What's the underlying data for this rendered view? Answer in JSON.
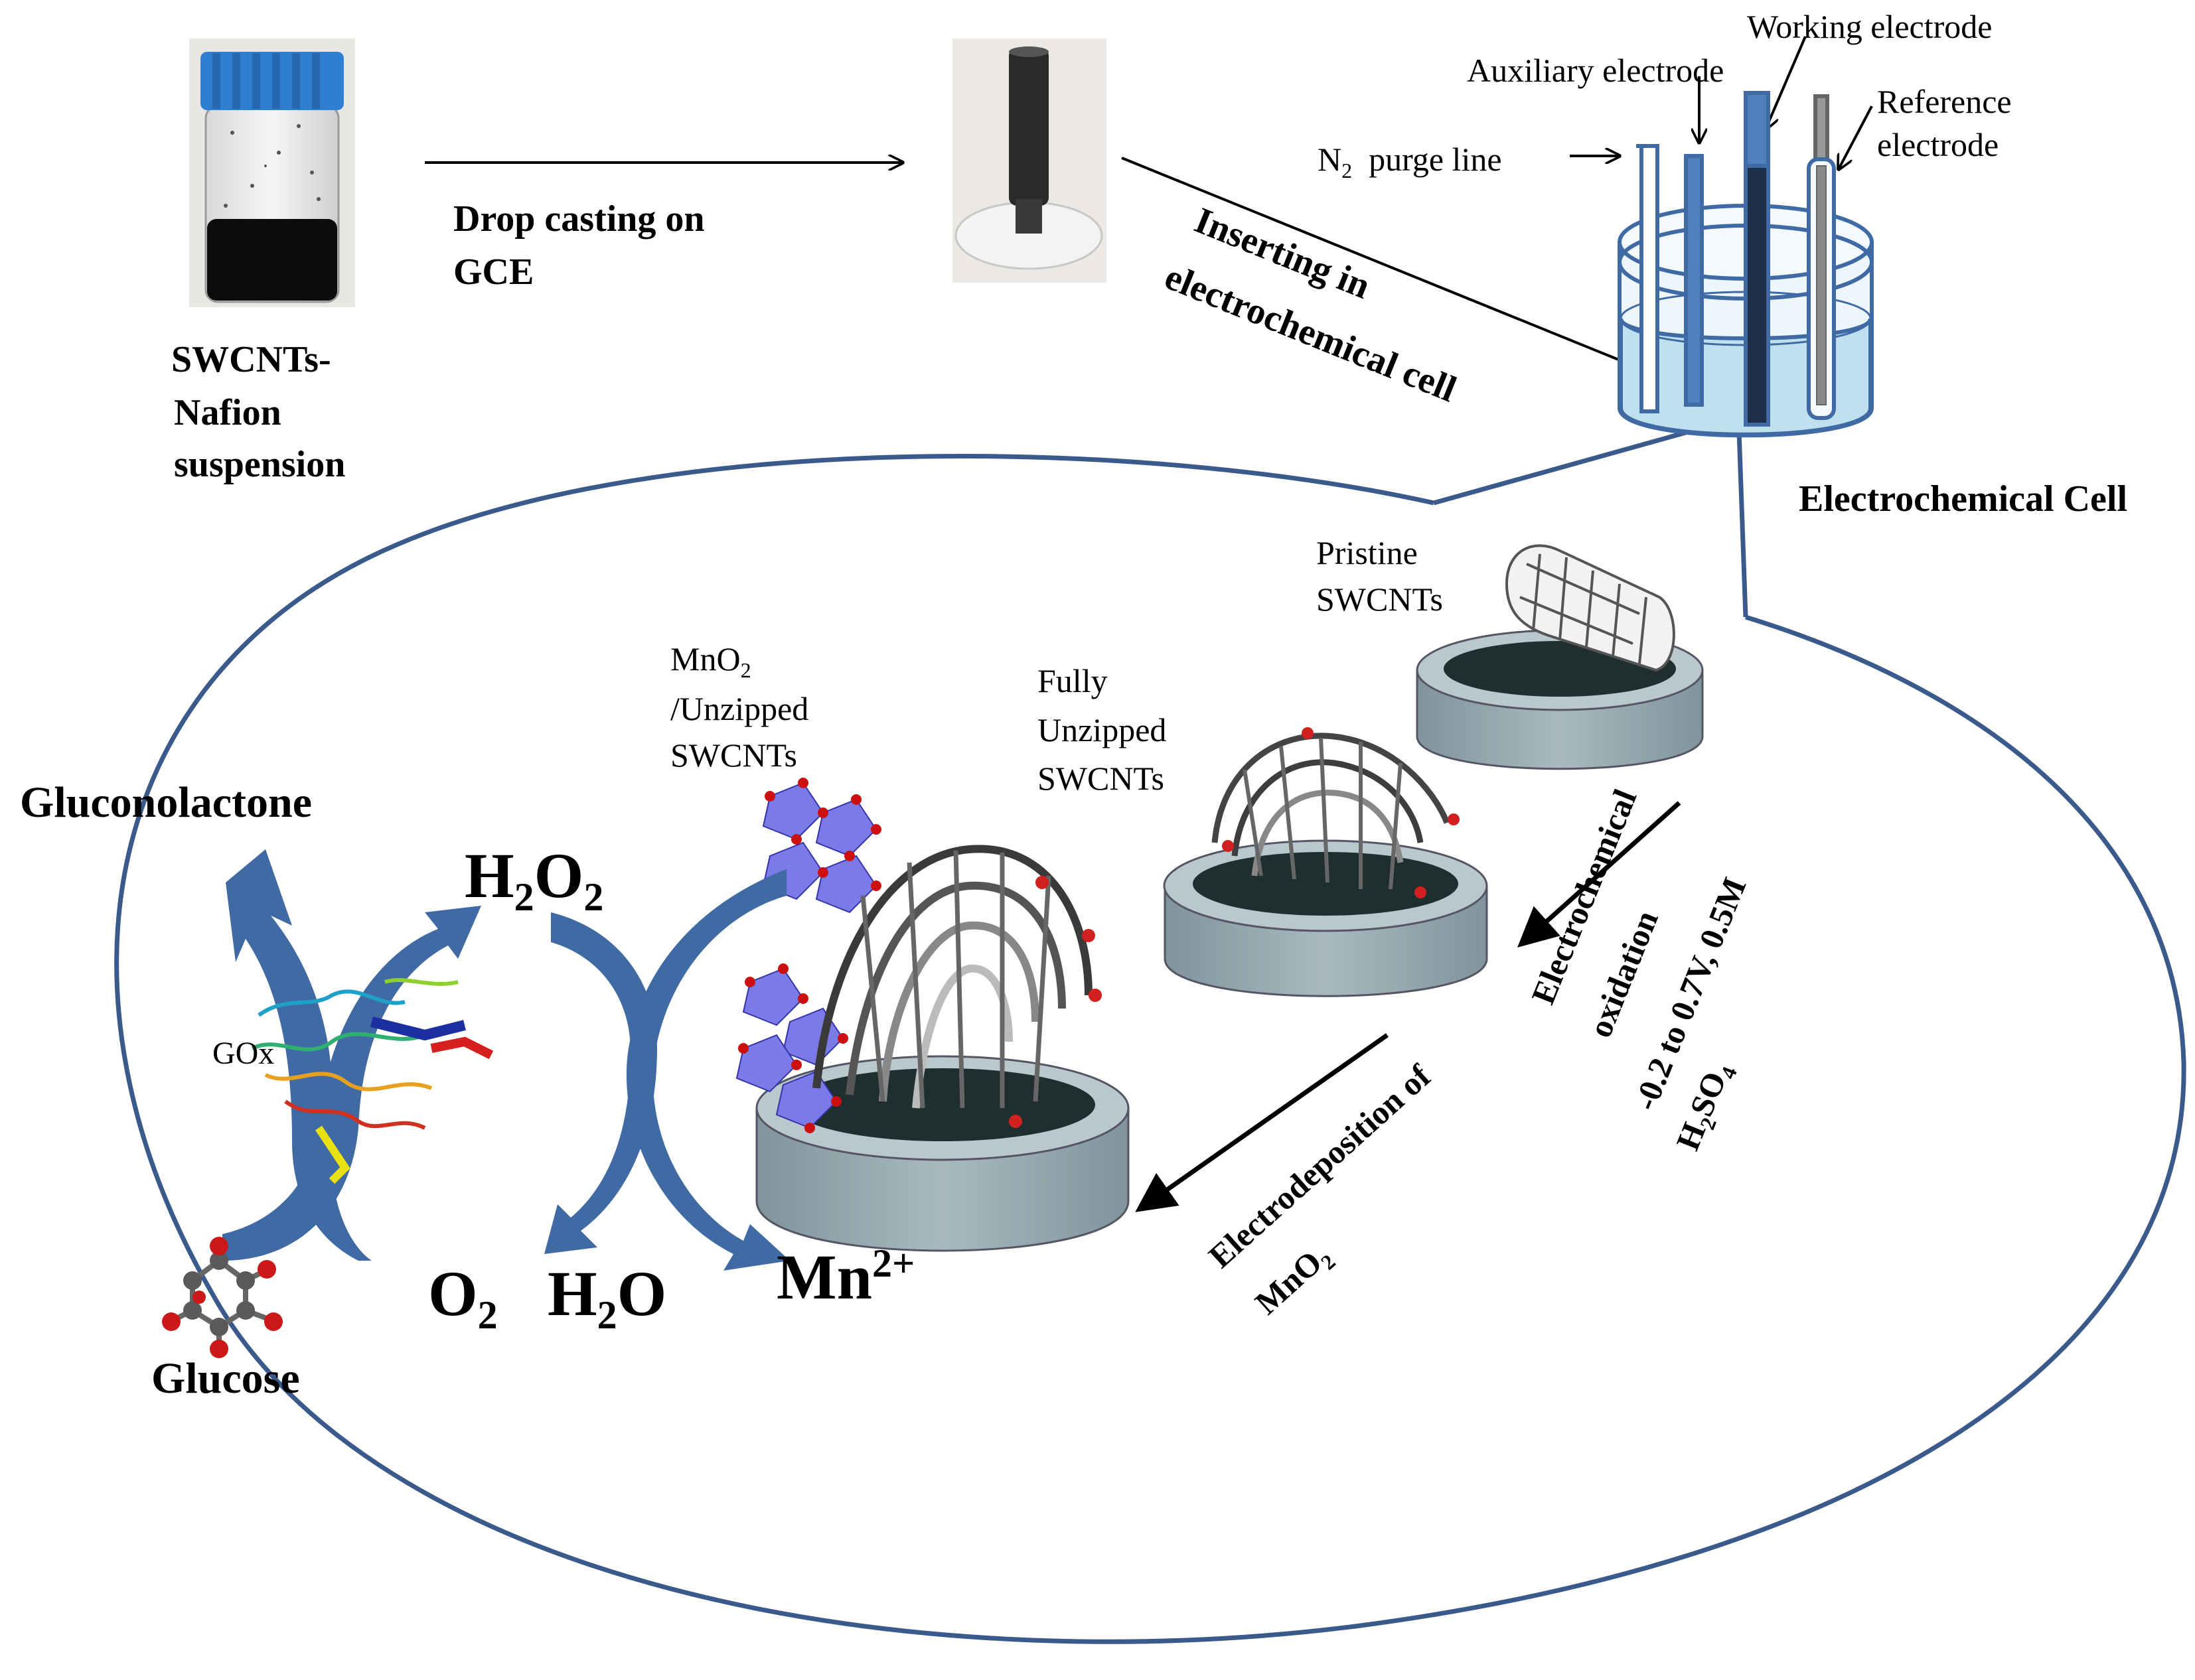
{
  "top": {
    "vial_label": [
      "SWCNTs-",
      "Nafion",
      "suspension"
    ],
    "step1": [
      "Drop casting  on",
      "GCE"
    ],
    "step2": [
      "Inserting in",
      "electrochemical cell"
    ],
    "cell_title": "Electrochemical Cell",
    "electrodes": {
      "working": "Working electrode",
      "auxiliary": "Auxiliary electrode",
      "reference": [
        "Reference",
        "electrode"
      ],
      "purge_sym": "N",
      "purge_sub": "2",
      "purge_rest": "purge line"
    }
  },
  "detail": {
    "pristine": [
      "Pristine",
      "SWCNTs"
    ],
    "fully": [
      "Fully",
      "Unzipped",
      "SWCNTs"
    ],
    "mno2": {
      "l1": "MnO",
      "l1sub": "2",
      "l2": "/Unzipped",
      "l3": "SWCNTs"
    },
    "oxidation": {
      "l1": "Electrochemical",
      "l2": "oxidation",
      "l3": "-0.2 to 0.7V, 0.5M",
      "l4a": "H",
      "l4sub": "2",
      "l4b": "SO",
      "l4sub2": "4"
    },
    "deposition": {
      "l1": "Electrodeposition of",
      "l2": "MnO",
      "l2sub": "2"
    }
  },
  "reaction": {
    "gluconolactone": "Gluconolactone",
    "glucose": "Glucose",
    "gox": "GOx",
    "h2o2": {
      "a": "H",
      "sub1": "2",
      "b": "O",
      "sub2": "2"
    },
    "o2": {
      "a": "O",
      "sub": "2"
    },
    "h2o": {
      "a": "H",
      "sub": "2",
      "b": "O"
    },
    "mn": {
      "a": "Mn",
      "sup": "2+"
    }
  },
  "colors": {
    "ellipse": "#3a5a8c",
    "arrow_blue": "#3f6aa3",
    "electrode_blue": "#4f7fbd",
    "liquid": "#bfe0ee",
    "electrode_body": "#8fa3ab",
    "octahedra": "#7b7be8",
    "cap": "#2f7fd0"
  }
}
